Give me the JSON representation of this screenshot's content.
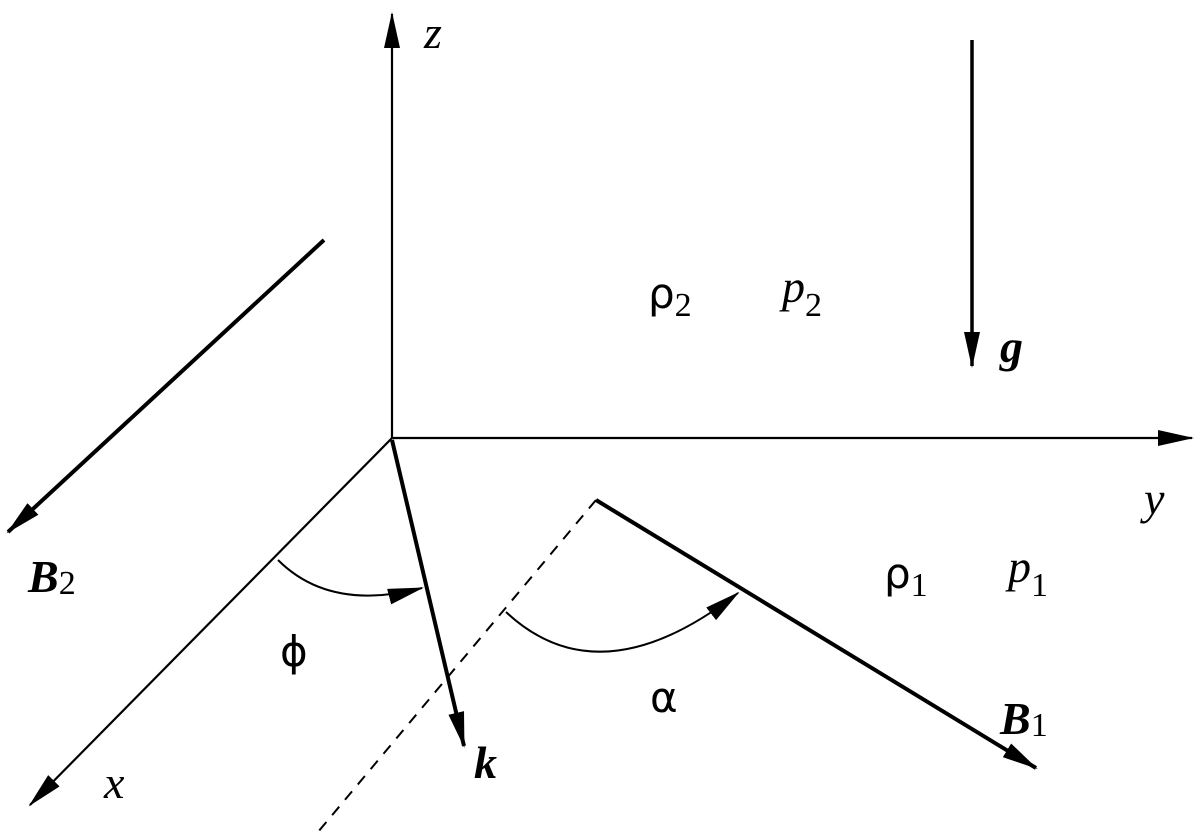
{
  "axes": {
    "z": "z",
    "y": "y",
    "x": "x"
  },
  "vectors": {
    "g": "g",
    "k": "k",
    "B2": {
      "main": "B",
      "sub": "2"
    },
    "B1": {
      "main": "B",
      "sub": "1"
    }
  },
  "angles": {
    "phi": "ϕ",
    "alpha": "α"
  },
  "upper_medium": {
    "rho": {
      "main": "ρ",
      "sub": "2"
    },
    "p": {
      "main": "p",
      "sub": "2"
    }
  },
  "lower_medium": {
    "rho": {
      "main": "ρ",
      "sub": "1"
    },
    "p": {
      "main": "p",
      "sub": "1"
    }
  },
  "colors": {
    "ink": "#000000",
    "background": "#ffffff"
  }
}
